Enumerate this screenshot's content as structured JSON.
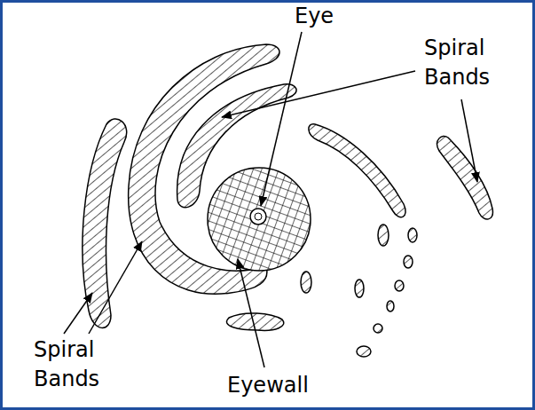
{
  "diagram": {
    "labels": [
      "Eye",
      "Spiral Bands",
      "Spiral Bands",
      "Eyewall"
    ]
  }
}
